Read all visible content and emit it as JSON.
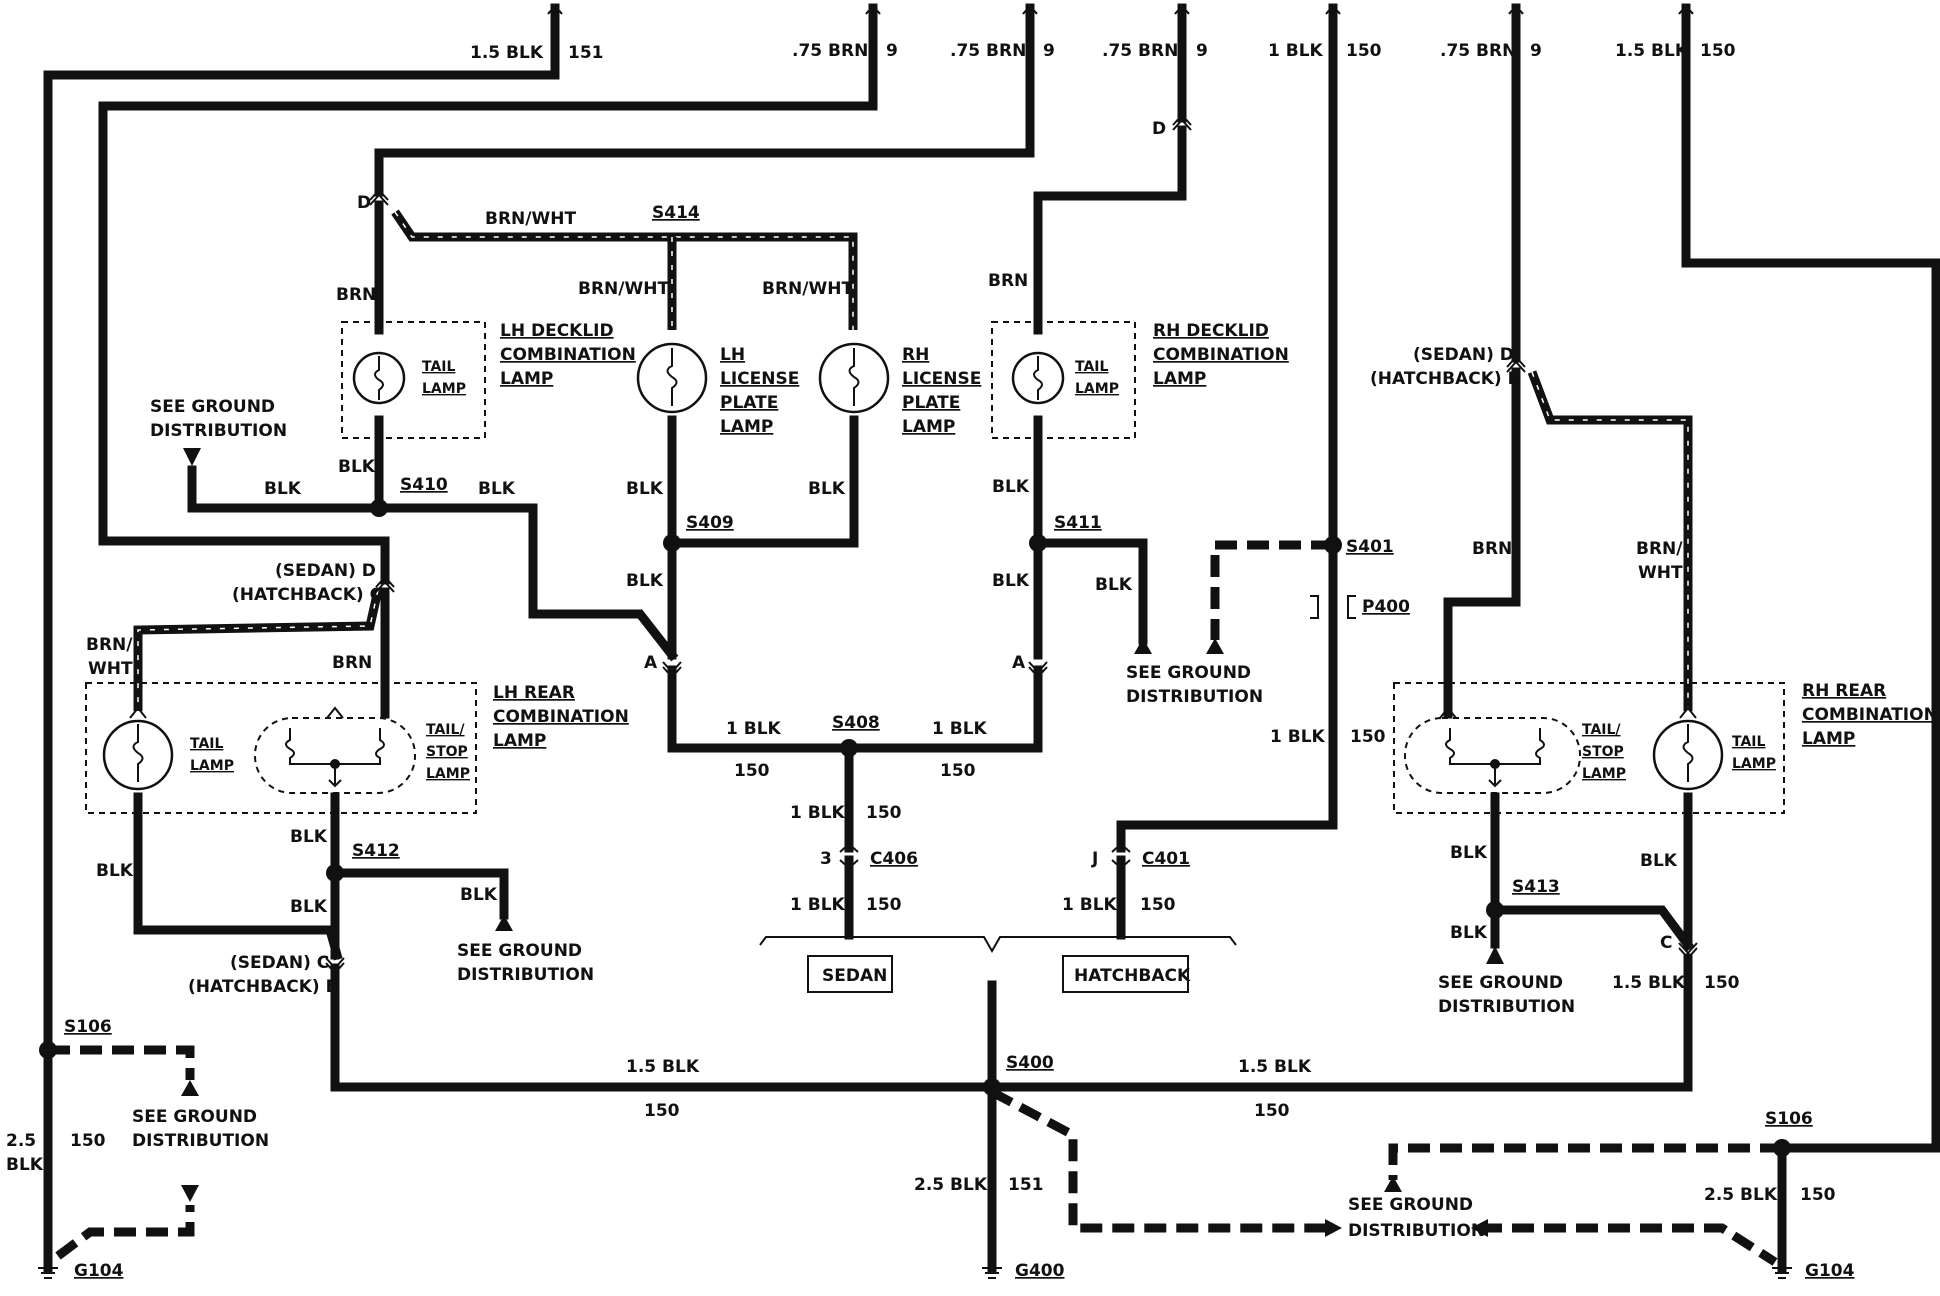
{
  "top_wires": [
    {
      "size": "1.5 BLK",
      "circuit": "151"
    },
    {
      "size": ".75 BRN",
      "circuit": "9"
    },
    {
      "size": ".75 BRN",
      "circuit": "9"
    },
    {
      "size": ".75 BRN",
      "circuit": "9"
    },
    {
      "size": "1 BLK",
      "circuit": "150"
    },
    {
      "size": ".75 BRN",
      "circuit": "9"
    },
    {
      "size": "1.5 BLK",
      "circuit": "150"
    }
  ],
  "components": {
    "lh_decklid": [
      "LH DECKLID",
      "COMBINATION",
      "LAMP"
    ],
    "rh_decklid": [
      "RH DECKLID",
      "COMBINATION",
      "LAMP"
    ],
    "lh_license": [
      "LH",
      "LICENSE",
      "PLATE",
      "LAMP"
    ],
    "rh_license": [
      "RH",
      "LICENSE",
      "PLATE",
      "LAMP"
    ],
    "lh_rear": [
      "LH REAR",
      "COMBINATION",
      "LAMP"
    ],
    "rh_rear": [
      "RH REAR",
      "COMBINATION",
      "LAMP"
    ],
    "tail_lamp": [
      "TAIL",
      "LAMP"
    ],
    "tail_stop_lamp": [
      "TAIL/",
      "STOP",
      "LAMP"
    ]
  },
  "splices": {
    "s414": "S414",
    "s410": "S410",
    "s409": "S409",
    "s411": "S411",
    "s401": "S401",
    "s408": "S408",
    "s412": "S412",
    "s413": "S413",
    "s106": "S106",
    "s400": "S400"
  },
  "connectors": {
    "c406": "C406",
    "c401": "C401",
    "p400": "P400",
    "c406_pin": "3",
    "c401_pin": "J",
    "pin_a": "A",
    "pin_d": "D",
    "pin_c": "C",
    "sedan_d": "(SEDAN) D",
    "hatch_c": "(HATCHBACK) C",
    "sedan_c": "(SEDAN) C",
    "hatch_b": "(HATCHBACK) B",
    "rh_sedan_d": "(SEDAN) D",
    "rh_hatch_b": "(HATCHBACK) B"
  },
  "grounds": {
    "g104": "G104",
    "g400": "G400"
  },
  "variants": {
    "sedan": "SEDAN",
    "hatchback": "HATCHBACK"
  },
  "ground_ref": [
    "SEE GROUND",
    "DISTRIBUTION"
  ],
  "colors": {
    "brn_wht": "BRN/WHT",
    "brn": "BRN",
    "blk": "BLK",
    "brn_slash": "BRN/",
    "wht": "WHT",
    "blk1": "1 BLK",
    "blk15": "1.5 BLK",
    "blk25": "2.5 BLK",
    "blk25_a": "2.5",
    "blk25_b": "BLK",
    "c150": "150",
    "c151": "151"
  }
}
